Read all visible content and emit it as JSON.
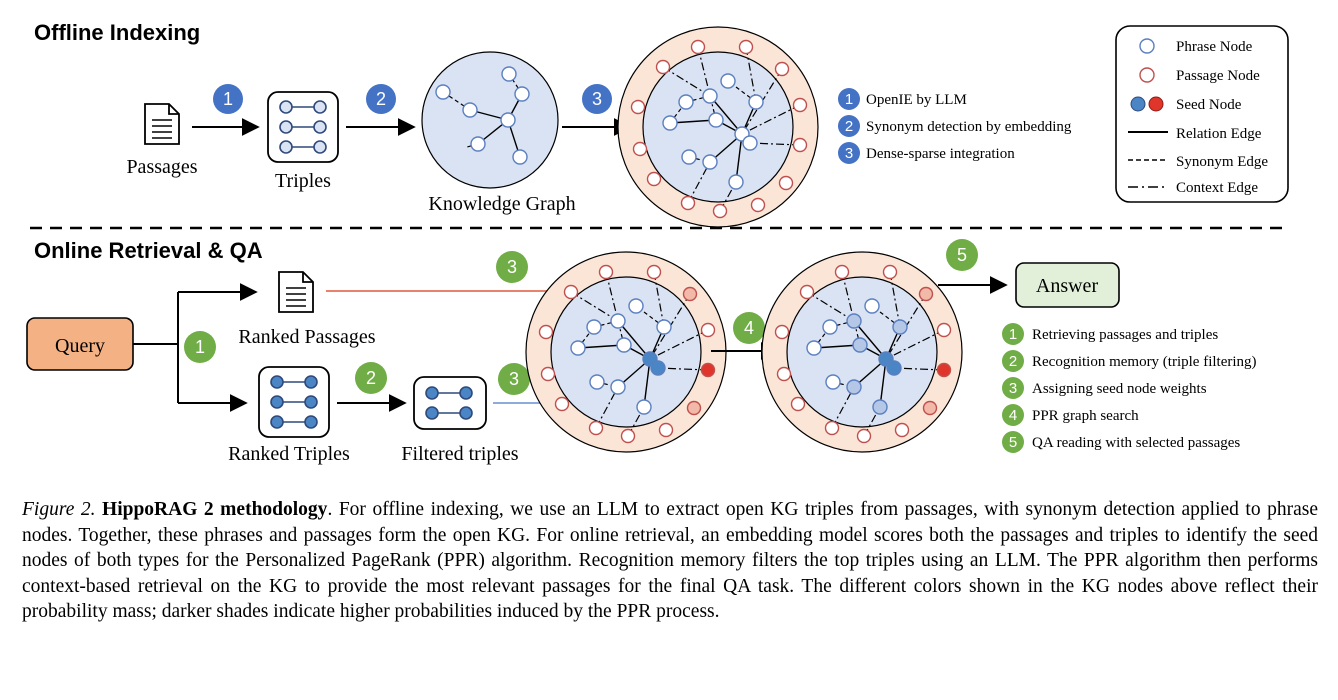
{
  "sections": {
    "offline": "Offline Indexing",
    "online": "Online Retrieval & QA"
  },
  "offline": {
    "passages": "Passages",
    "triples": "Triples",
    "knowledge_graph": "Knowledge Graph",
    "steps": [
      "1",
      "2",
      "3"
    ],
    "step_labels": [
      {
        "num": "1",
        "text": "OpenIE by LLM"
      },
      {
        "num": "2",
        "text": "Synonym detection by embedding"
      },
      {
        "num": "3",
        "text": "Dense-sparse integration"
      }
    ]
  },
  "legend": {
    "items": [
      {
        "label": "Phrase Node",
        "color": "#ffffff",
        "stroke": "#5b7fbf"
      },
      {
        "label": "Passage Node",
        "color": "#ffffff",
        "stroke": "#c0504d"
      },
      {
        "label": "Seed Node",
        "color": "#4a86c5",
        "color2": "#e0352b"
      },
      {
        "label": "Relation Edge",
        "style": "solid"
      },
      {
        "label": "Synonym Edge",
        "style": "dashed"
      },
      {
        "label": "Context Edge",
        "style": "dashdot"
      }
    ]
  },
  "online": {
    "query": "Query",
    "ranked_passages": "Ranked Passages",
    "ranked_triples": "Ranked Triples",
    "filtered_triples": "Filtered triples",
    "answer": "Answer",
    "steps": [
      "1",
      "2",
      "3",
      "3",
      "4",
      "5"
    ],
    "step_labels": [
      {
        "num": "1",
        "text": "Retrieving passages and triples"
      },
      {
        "num": "2",
        "text": "Recognition memory (triple filtering)"
      },
      {
        "num": "3",
        "text": "Assigning seed node weights"
      },
      {
        "num": "4",
        "text": "PPR graph search"
      },
      {
        "num": "5",
        "text": "QA reading with selected passages"
      }
    ]
  },
  "colors": {
    "offline_step": "#4472c4",
    "online_step": "#70ad47",
    "query_fill": "#f4b183",
    "answer_fill": "#e2f0d9",
    "kg_fill": "#dae3f3",
    "ring_fill": "#fbe5d6",
    "seed_blue": "#4a86c5",
    "seed_red": "#e0352b",
    "arrow_red": "#e8826b",
    "arrow_blue": "#8faadc"
  },
  "caption": {
    "figure": "Figure 2.",
    "title": "HippoRAG 2 methodology",
    "text": ". For offline indexing, we use an LLM to extract open KG triples from passages, with synonym detection applied to phrase nodes. Together, these phrases and passages form the open KG. For online retrieval, an embedding model scores both the passages and triples to identify the seed nodes of both types for the Personalized PageRank (PPR) algorithm. Recognition memory filters the top triples using an LLM. The PPR algorithm then performs context-based retrieval on the KG to provide the most relevant passages for the final QA task. The different colors shown in the KG nodes above reflect their probability mass; darker shades indicate higher probabilities induced by the PPR process."
  }
}
